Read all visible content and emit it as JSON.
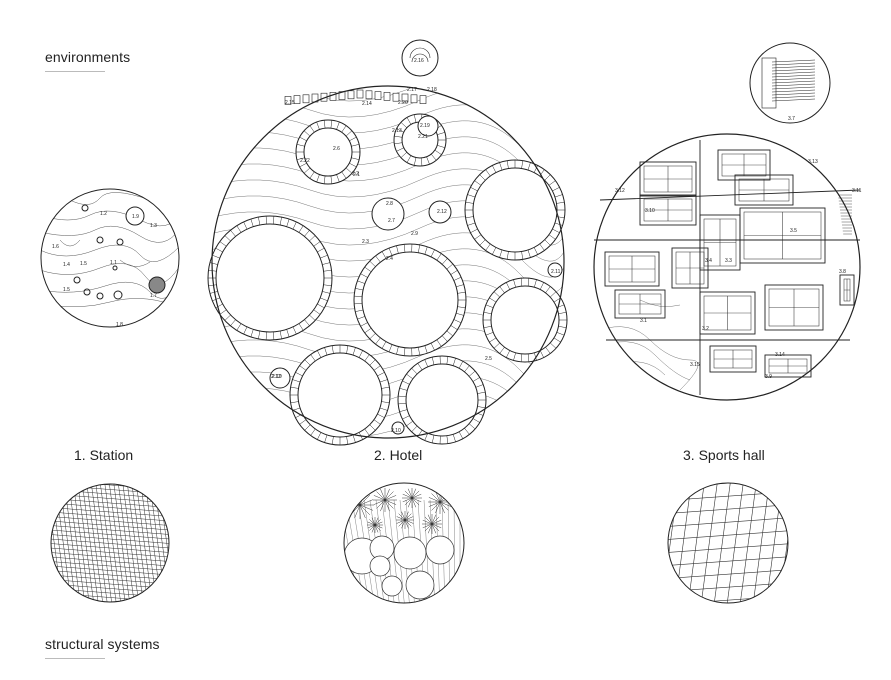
{
  "sections": {
    "environments": "environments",
    "structural": "structural systems"
  },
  "captions": {
    "station": "1. Station",
    "hotel": "2. Hotel",
    "sports": "3. Sports hall"
  },
  "station_labels": [
    "1.2",
    "1.9",
    "1.3",
    "1.6",
    "1.4",
    "1.1",
    "1.5",
    "1.8",
    "1.7",
    "1.5"
  ],
  "hotel_labels": [
    "2.16",
    "2.17",
    "2.18",
    "2.15",
    "2.14",
    "2.20",
    "2.13",
    "2.21",
    "2.19",
    "2.6",
    "2.22",
    "2.1",
    "2.2",
    "2.8",
    "2.12",
    "2.7",
    "2.3",
    "2.9",
    "2.4",
    "2.11",
    "2.10",
    "2.5",
    "2.19",
    "2.12"
  ],
  "sports_labels": [
    "3.7",
    "3.12",
    "3.13",
    "3.10",
    "3.11",
    "3.5",
    "3.3",
    "3.4",
    "3.1",
    "3.2",
    "3.15",
    "3.9",
    "3.14",
    "3.8"
  ],
  "colors": {
    "line": "#222222",
    "rule": "#bbbbbb",
    "thin": "#555555"
  }
}
